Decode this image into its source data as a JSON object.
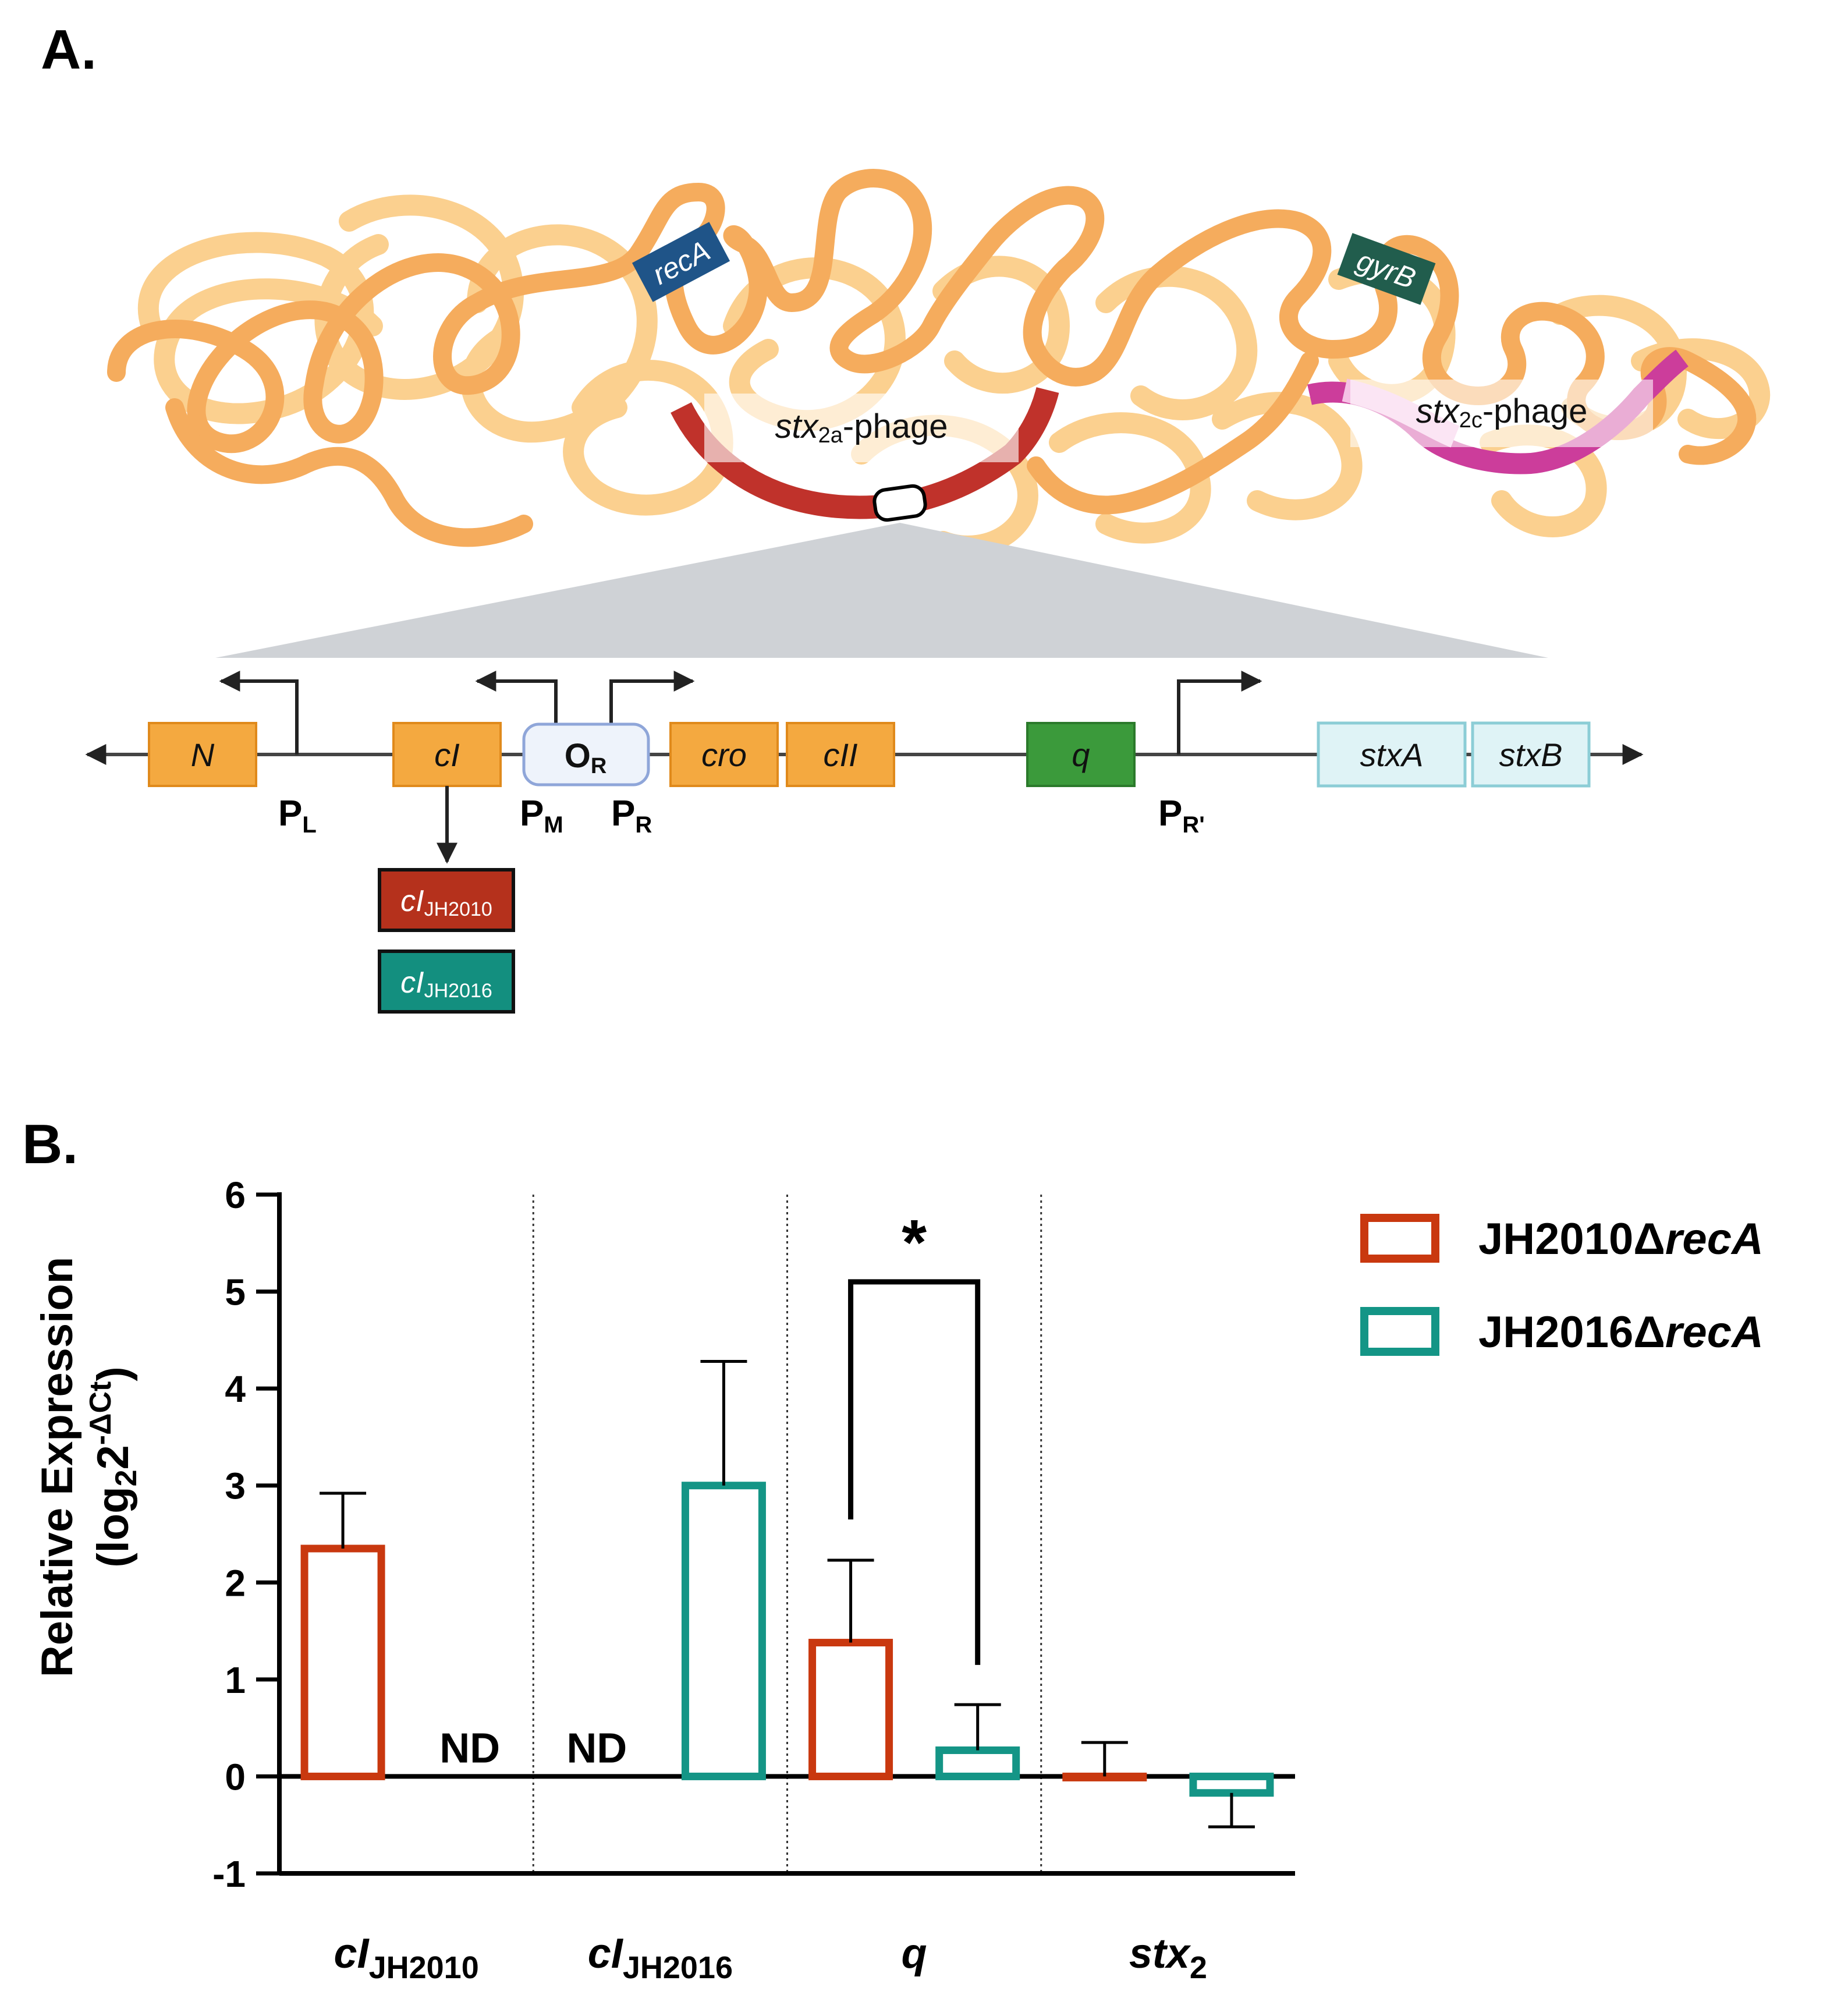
{
  "panels": {
    "a_label": "A.",
    "b_label": "B."
  },
  "chromosome": {
    "genes": {
      "recA": "recA",
      "gyrB": "gyrB"
    },
    "phage_a": {
      "prefix": "stx",
      "sub": "2a",
      "suffix": "-phage"
    },
    "phage_c": {
      "prefix": "stx",
      "sub": "2c",
      "suffix": "-phage"
    },
    "colors": {
      "chromosome": "#f5ac5d",
      "chromosome_light": "#fbd08f",
      "phage_a": "#c0322b",
      "phage_c": "#cc3d9b",
      "recA_box": "#1f5488",
      "gyrB_box": "#215d4d"
    }
  },
  "genetic_map": {
    "genes": [
      "N",
      "cI",
      "cro",
      "cII",
      "q",
      "stxA",
      "stxB"
    ],
    "operator": {
      "main": "O",
      "sub": "R"
    },
    "promoters": [
      {
        "main": "P",
        "sub": "L"
      },
      {
        "main": "P",
        "sub": "M"
      },
      {
        "main": "P",
        "sub": "R"
      },
      {
        "main": "P",
        "sub": "R'"
      }
    ],
    "variants": [
      {
        "main": "cI",
        "sub": "JH2010",
        "color": "#b5311c"
      },
      {
        "main": "cI",
        "sub": "JH2016",
        "color": "#138f7f"
      }
    ],
    "colors": {
      "gene": "#f4a940",
      "gene_border": "#e08a1c",
      "q": "#3b9a3b",
      "stx": "#dff3f6",
      "stx_border": "#8ccdd6",
      "operator": "#eef3fb",
      "operator_border": "#8fa6d9"
    }
  },
  "chart_data": {
    "type": "bar",
    "ylabel_line1": "Relative Expression",
    "ylabel_line2": {
      "text": "(log",
      "sub": "2",
      "base": "2",
      "sup": "-ΔCt",
      "close": ")"
    },
    "ylim": [
      -1,
      6
    ],
    "yticks": [
      -1,
      0,
      1,
      2,
      3,
      4,
      5,
      6
    ],
    "categories": [
      {
        "main": "cI",
        "sub": "JH2010"
      },
      {
        "main": "cI",
        "sub": "JH2016"
      },
      {
        "main": "q",
        "sub": ""
      },
      {
        "main": "stx",
        "sub": "2"
      }
    ],
    "series": [
      {
        "name": "JH2010ΔrecA",
        "legend_prefix": "JH2010Δ",
        "legend_italic": "recA",
        "color": "#c9380f",
        "values": [
          2.35,
          null,
          1.38,
          0.0
        ],
        "errors": [
          0.57,
          null,
          0.85,
          0.35
        ]
      },
      {
        "name": "JH2016ΔrecA",
        "legend_prefix": "JH2016Δ",
        "legend_italic": "recA",
        "color": "#149586",
        "values": [
          null,
          3.0,
          0.27,
          -0.17
        ],
        "errors": [
          null,
          1.28,
          0.47,
          0.35
        ]
      }
    ],
    "not_detected_label": "ND",
    "significance": {
      "marker": "*"
    }
  }
}
